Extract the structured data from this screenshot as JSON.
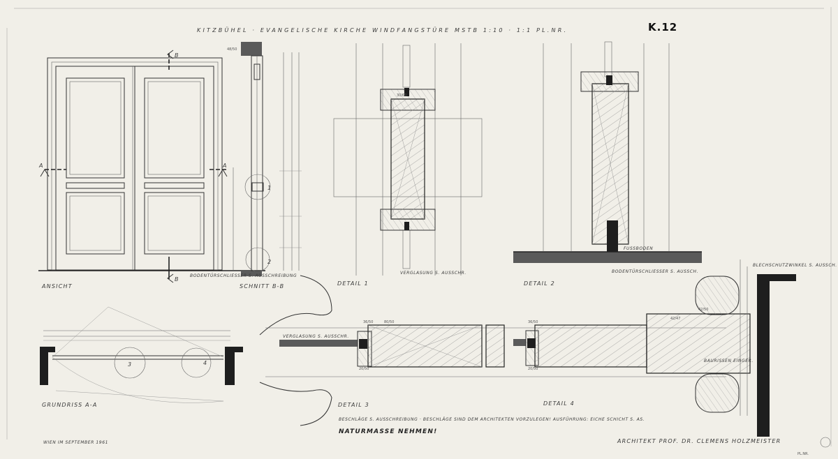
{
  "header": {
    "title": "KITZBÜHEL · EVANGELISCHE KIRCHE   WINDFANGSTÜRE MSTB 1:10 · 1:1  PL.NR.",
    "sheet_code": "K.12"
  },
  "views": {
    "ansicht": "ANSICHT",
    "schnitt": "SCHNITT B-B",
    "detail1": "DETAIL 1",
    "detail2": "DETAIL 2",
    "detail3": "DETAIL 3",
    "detail4": "DETAIL 4",
    "grundriss": "GRUNDRISS A-A"
  },
  "markers": {
    "a": "A",
    "b": "B",
    "n1": "1",
    "n2": "2",
    "n3": "3",
    "n4": "4"
  },
  "annotations": {
    "verglasung": "VERGLASUNG S. AUSSCHR.",
    "bodenturschliesser": "BODENTÜRSCHLIESSER S. AUSSCH.",
    "bodenturschliesser_ansicht": "BODENTÜRSCHLIESSER S. AUSSCHREIBUNG",
    "fussboden": "FUSSBODEN",
    "blechschutz": "BLECHSCHUTZWINKEL S. AUSSCH.",
    "bauriss": "BAURISSEN EINGER.",
    "beschlaege": "BESCHLÄGE S. AUSSCHREIBUNG · BESCHLÄGE SIND DEM ARCHITEKTEN VORZULEGEN! AUSFÜHRUNG: EICHE SCHICHT S. AS."
  },
  "notice": "NATURMASSE NEHMEN!",
  "footer": {
    "date": "WIEN IM SEPTEMBER 1961",
    "architect": "ARCHITEKT PROF. DR. CLEMENS HOLZMEISTER",
    "stamp": "PL.NR."
  },
  "dimensions": {
    "d1": "48/50",
    "d2": "30/60",
    "d3": "36/50",
    "d4": "20/50",
    "d5": "80/50",
    "d6": "36/50",
    "d7": "42/47",
    "d8": "20/50",
    "d9": "42/50"
  }
}
